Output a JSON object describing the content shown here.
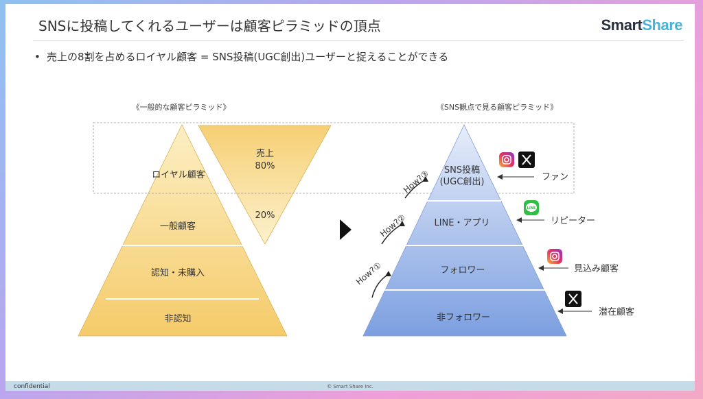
{
  "title": "SNSに投稿してくれるユーザーは顧客ピラミッドの頂点",
  "logo": {
    "part1": "Smart",
    "part2": "Share"
  },
  "bullet": "売上の8割を占めるロイヤル顧客 = SNS投稿(UGC創出)ユーザーと捉えることができる",
  "left_caption": "《一般的な顧客ピラミッド》",
  "right_caption": "《SNS観点で見る顧客ピラミッド》",
  "left_levels": [
    "ロイヤル顧客",
    "一般顧客",
    "認知・未購入",
    "非認知"
  ],
  "sales_share": {
    "label": "売上",
    "top": "80%",
    "second": "20%"
  },
  "right_levels": [
    {
      "line1": "SNS投稿",
      "line2": "(UGC創出)",
      "side_label": "ファン",
      "icons": [
        "instagram-icon",
        "x-icon"
      ]
    },
    {
      "line1": "LINE・アプリ",
      "side_label": "リピーター",
      "icons": [
        "line-icon"
      ]
    },
    {
      "line1": "フォロワー",
      "side_label": "見込み顧客",
      "icons": [
        "instagram-icon"
      ]
    },
    {
      "line1": "非フォロワー",
      "side_label": "潜在顧客",
      "icons": [
        "x-icon"
      ]
    }
  ],
  "how": [
    "How?③",
    "How?②",
    "How?①"
  ],
  "icons": {
    "line_text": "LINE"
  },
  "colors": {
    "pyramid_yellow": "#f5cb6a",
    "pyramid_blue": "#7c9fe0",
    "logo_accent": "#49b2d8"
  },
  "footer": {
    "left": "confidential",
    "center": "© Smart Share Inc."
  }
}
